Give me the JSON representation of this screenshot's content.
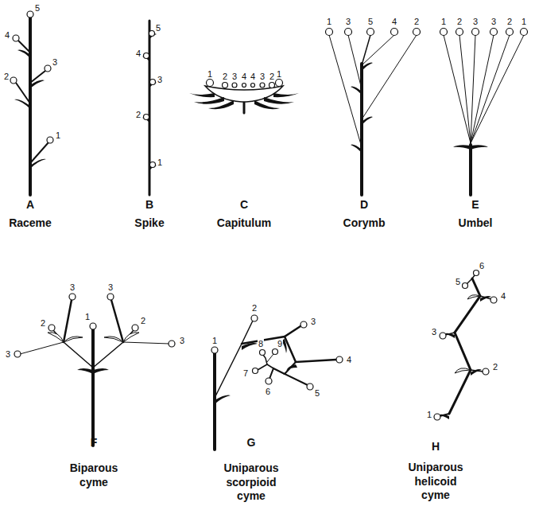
{
  "diagram": {
    "labels": [
      "5",
      "4",
      "3",
      "2",
      "1",
      "A",
      "Raceme",
      "5",
      "4",
      "3",
      "2",
      "1",
      "B",
      "Spike",
      "1",
      "2",
      "3",
      "4",
      "4",
      "3",
      "2",
      "1",
      "C",
      "Capitulum",
      "1",
      "3",
      "5",
      "4",
      "2",
      "D",
      "Corymb",
      "1",
      "2",
      "3",
      "3",
      "2",
      "1",
      "E",
      "Umbel",
      "3",
      "2",
      "3",
      "1",
      "3",
      "2",
      "3",
      "F",
      "Biparous cyme",
      "1",
      "2",
      "3",
      "4",
      "5",
      "6",
      "7",
      "8",
      "9",
      "G",
      "Uniparous scorpioid cyme",
      "1",
      "2",
      "3",
      "4",
      "5",
      "6",
      "H",
      "Uniparous helicoid cyme"
    ]
  }
}
